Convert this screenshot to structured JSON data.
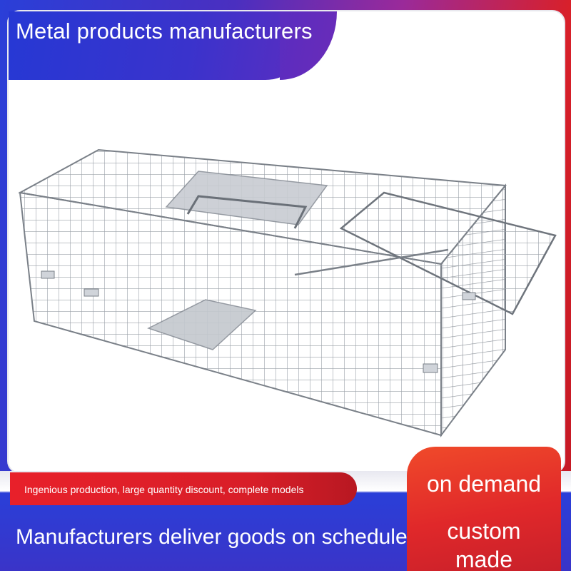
{
  "header": {
    "title": "Metal products manufacturers"
  },
  "product": {
    "icon": "wire-cage-trap-image"
  },
  "banner": {
    "tagline": "Ingenious production, large quantity discount, complete models",
    "schedule": "Manufacturers deliver goods on schedule"
  },
  "badge": {
    "line1": "on demand",
    "line2": "custom",
    "line3": "made"
  },
  "colors": {
    "blue": "#2a3fd8",
    "red": "#e0282a",
    "white": "#ffffff"
  }
}
